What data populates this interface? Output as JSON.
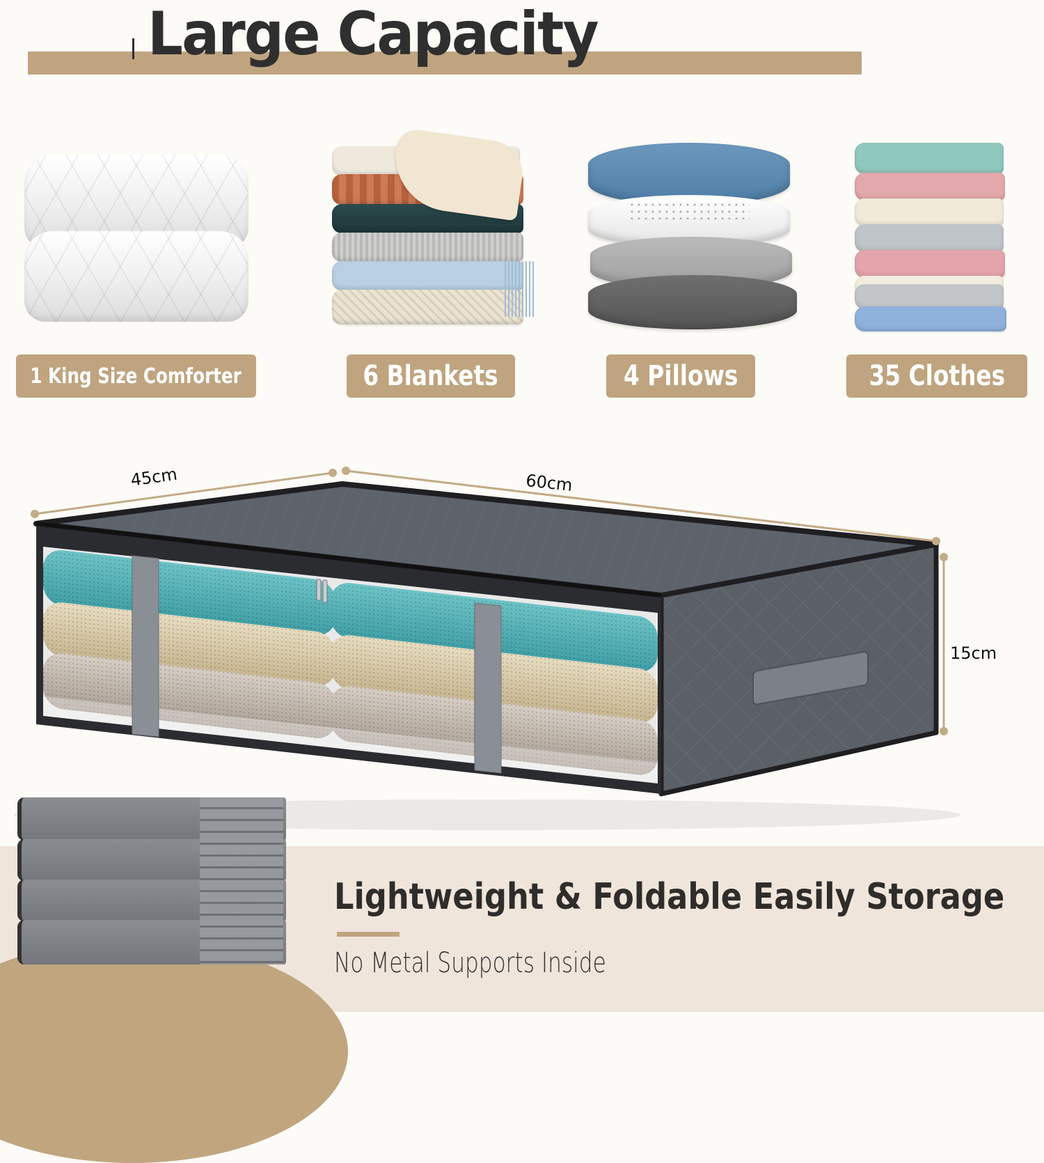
{
  "header": {
    "title": "Large Capacity"
  },
  "capacity_items": [
    {
      "label": "1 King Size Comforter",
      "image": "folded-white-comforter"
    },
    {
      "label": "6 Blankets",
      "image": "stack-of-six-blankets"
    },
    {
      "label": "4 Pillows",
      "image": "stack-of-four-pillows"
    },
    {
      "label": "35 Clothes",
      "image": "stack-of-folded-clothes"
    }
  ],
  "product": {
    "image": "gray-underbed-storage-bag-with-clear-window",
    "dimensions": {
      "width": "45cm",
      "length": "60cm",
      "height": "15cm"
    }
  },
  "feature": {
    "title": "Lightweight & Foldable Easily Storage",
    "subtitle": "No Metal Supports Inside",
    "image": "stack-of-folded-storage-bags"
  },
  "colors": {
    "accent": "#bfa47f",
    "background": "#fdfbf7",
    "band": "#efe5db",
    "text_dark": "#2f2f2f",
    "product_gray": "#5b5f66"
  }
}
